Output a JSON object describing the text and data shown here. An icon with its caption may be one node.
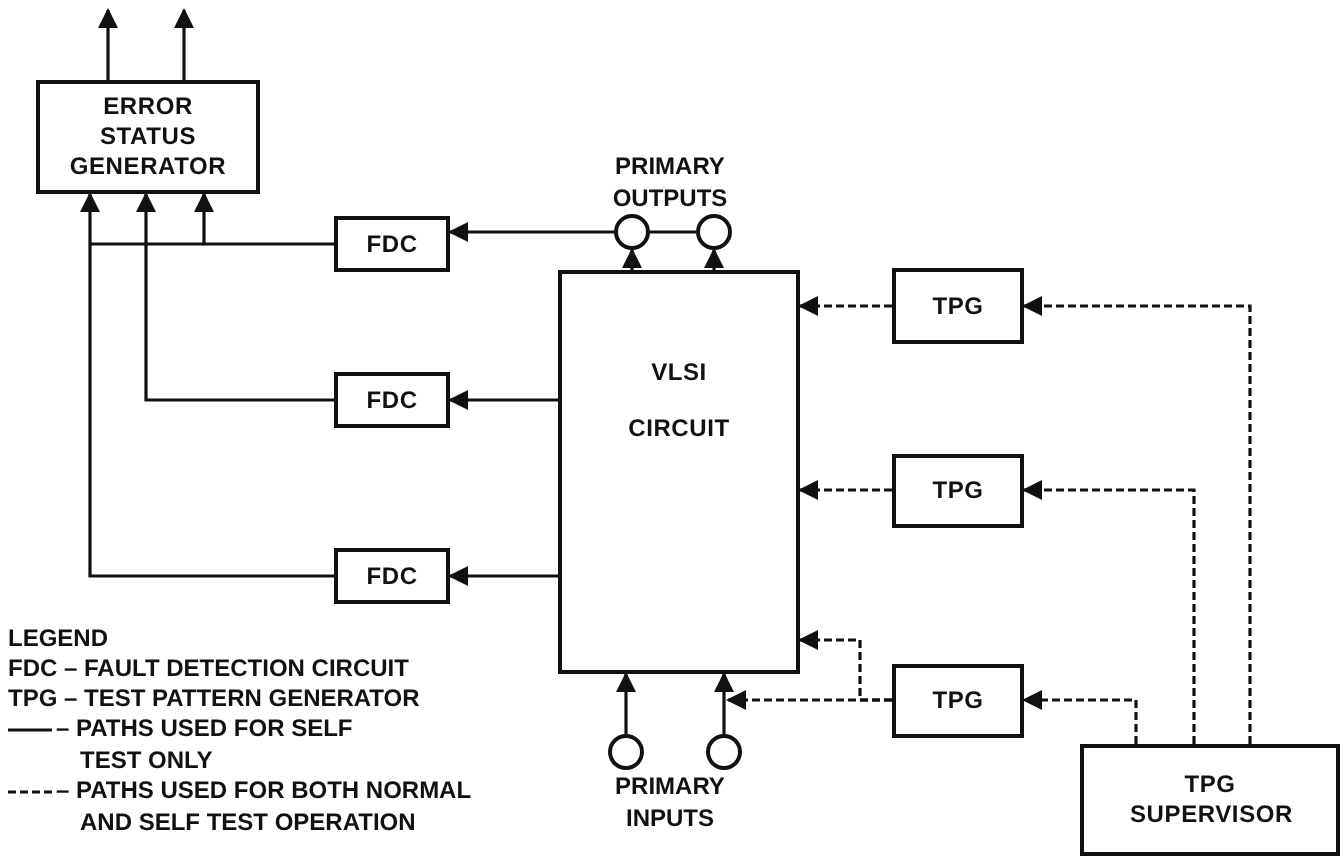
{
  "diagram": {
    "nodes": [
      {
        "text": [
          "ERROR STATUS GENERATOR"
        ]
      },
      {
        "text": [
          "FDC"
        ]
      },
      {
        "text": [
          "FDC"
        ]
      },
      {
        "text": [
          "FDC"
        ]
      },
      {
        "text": [],
        "shape": "circle"
      },
      {
        "text": [],
        "shape": "circle"
      },
      {
        "text": [
          "VLSI CIRCUIT"
        ]
      },
      {
        "text": [
          "TPG"
        ]
      },
      {
        "text": [
          "TPG"
        ]
      },
      {
        "text": [
          "TPG"
        ]
      },
      {
        "text": [],
        "shape": "circle"
      },
      {
        "text": [],
        "shape": "circle"
      },
      {
        "text": [
          "TPG SUPERVISOR"
        ]
      }
    ],
    "edges": [
      {
        "from": 0,
        "to": null,
        "arrow": "to"
      },
      {
        "from": 0,
        "to": null,
        "arrow": "to"
      },
      {
        "from": 4,
        "to": 1,
        "arrow": "to"
      },
      {
        "from": 6,
        "to": 4,
        "arrow": "to"
      },
      {
        "from": 6,
        "to": 5,
        "arrow": "to"
      },
      {
        "from": 4,
        "to": 5,
        "arrow": "none"
      },
      {
        "from": 1,
        "to": 0,
        "arrow": "to"
      },
      {
        "from": 6,
        "to": 2,
        "arrow": "to"
      },
      {
        "from": 2,
        "to": 0,
        "arrow": "to"
      },
      {
        "from": 6,
        "to": 3,
        "arrow": "to"
      },
      {
        "from": 3,
        "to": 0,
        "arrow": "to"
      },
      {
        "from": 12,
        "to": 7,
        "arrow": "to",
        "style": "dashed"
      },
      {
        "from": 12,
        "to": 8,
        "arrow": "to",
        "style": "dashed"
      },
      {
        "from": 12,
        "to": 9,
        "arrow": "to",
        "style": "dashed"
      },
      {
        "from": 7,
        "to": 6,
        "arrow": "to",
        "style": "dashed"
      },
      {
        "from": 8,
        "to": 6,
        "arrow": "to",
        "style": "dashed"
      },
      {
        "from": 9,
        "to": 6,
        "arrow": "to",
        "style": "dashed"
      },
      {
        "from": 9,
        "to": 6,
        "arrow": "to",
        "style": "dashed"
      },
      {
        "from": 10,
        "to": 6,
        "arrow": "to"
      },
      {
        "from": 11,
        "to": 6,
        "arrow": "to"
      }
    ],
    "labels": [
      "PRIMARY OUTPUTS",
      "LEGEND",
      "FDC – FAULT DETECTION CIRCUIT",
      "TPG – TEST PATTERN GENERATOR",
      "PRIMARY INPUTS"
    ],
    "legend": [
      {
        "text": "– PATHS USED FOR SELF TEST ONLY"
      },
      {
        "text": "– PATHS USED FOR BOTH NORMAL AND SELF TEST OPERATION"
      }
    ]
  }
}
